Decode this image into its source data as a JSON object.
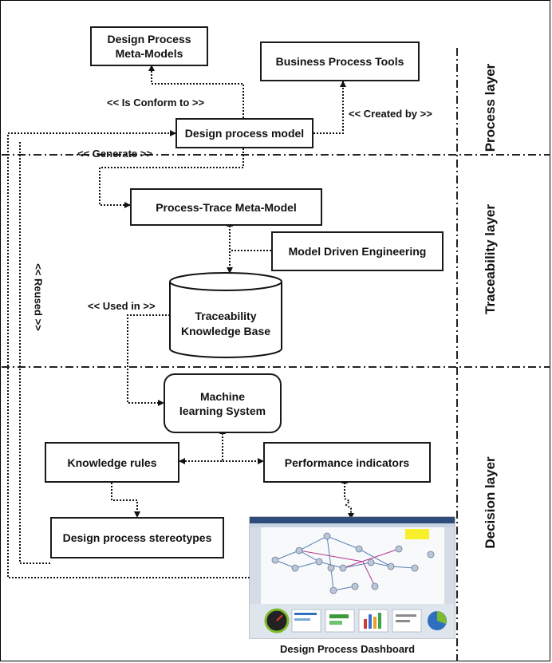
{
  "boxes": {
    "meta_models": "Design Process\nMeta-Models",
    "bp_tools": "Business Process Tools",
    "dp_model": "Design process model",
    "trace_meta": "Process-Trace Meta-Model",
    "mde": "Model Driven Engineering",
    "knowledge_base": "Traceability\nKnowledge Base",
    "ml_system": "Machine\nlearning System",
    "knowledge_rules": "Knowledge rules",
    "perf_indicators": "Performance indicators",
    "stereotypes": "Design process stereotypes"
  },
  "relations": {
    "conform": "<< Is Conform to >>",
    "created_by": "<< Created by >>",
    "generate": "<< Generate >>",
    "used_in": "<< Used in >>",
    "reused": "<< Reused >>"
  },
  "layers": {
    "process": "Process layer",
    "traceability": "Traceability layer",
    "decision": "Decision layer"
  },
  "dashboard": {
    "caption": "Design Process Dashboard"
  }
}
